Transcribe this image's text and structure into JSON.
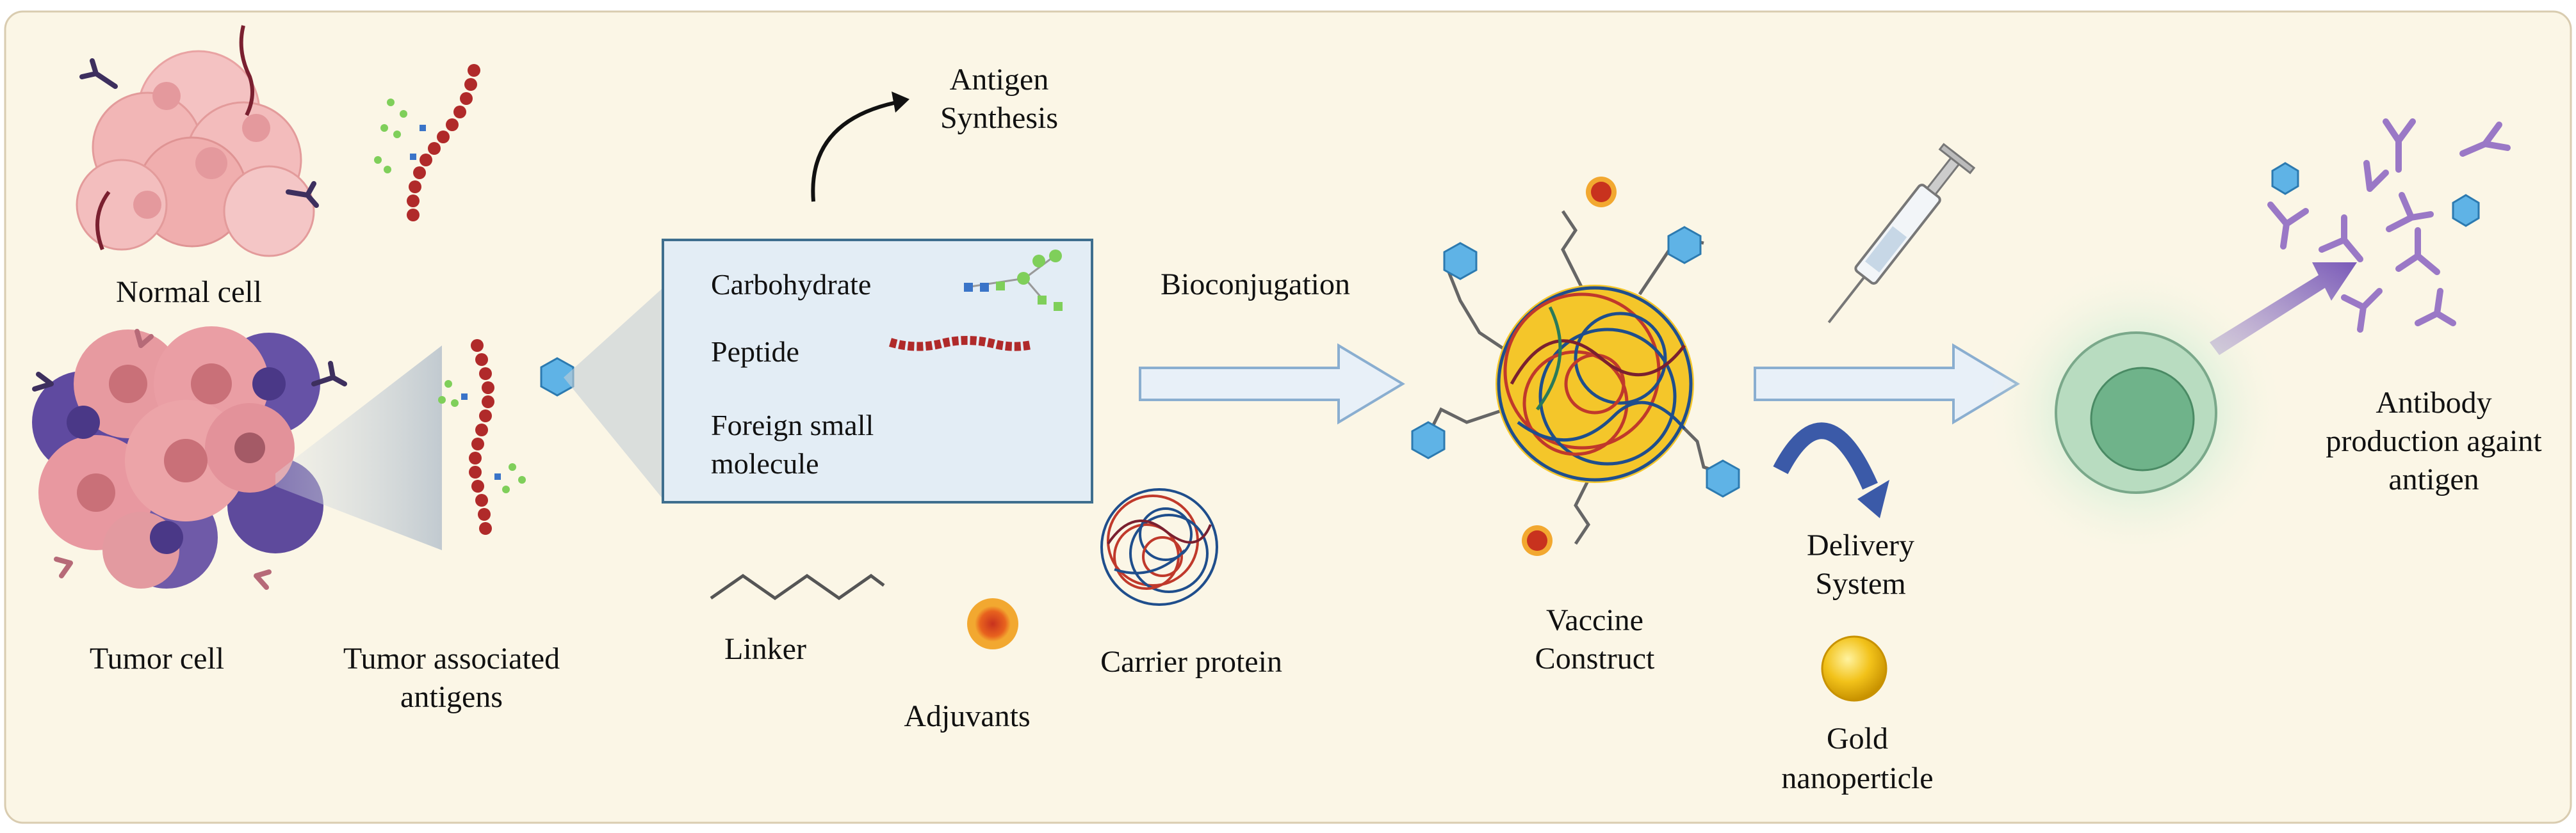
{
  "labels": {
    "normal_cell": "Normal cell",
    "tumor_cell": "Tumor cell",
    "tumor_antigens_line1": "Tumor associated",
    "tumor_antigens_line2": "antigens",
    "antigen_synthesis_line1": "Antigen",
    "antigen_synthesis_line2": "Synthesis",
    "carbohydrate": "Carbohydrate",
    "peptide": "Peptide",
    "foreign_line1": "Foreign small",
    "foreign_line2": "molecule",
    "linker": "Linker",
    "adjuvants": "Adjuvants",
    "carrier_protein": "Carrier protein",
    "bioconjugation": "Bioconjugation",
    "vaccine_line1": "Vaccine",
    "vaccine_line2": "Construct",
    "delivery_line1": "Delivery",
    "delivery_line2": "System",
    "gold_line1": "Gold",
    "gold_line2": "nanoperticle",
    "antibody_line1": "Antibody",
    "antibody_line2": "production againt",
    "antibody_line3": "antigen"
  },
  "colors": {
    "background": "#fbf6e6",
    "box_fill": "#e3edf5",
    "box_stroke": "#3e6e8e",
    "arrow_fill": "#e8f0f8",
    "arrow_stroke": "#8aaed0",
    "normal_cell": "#f2b6b6",
    "tumor_cell_pink": "#e79aa0",
    "tumor_cell_purple": "#6f5aa8",
    "peptide_bead": "#b02a2a",
    "carbohydrate_green": "#7fcf5a",
    "hexagon_blue": "#5fb3e6",
    "antibody_purple": "#9a78c6",
    "gold": "#f2c21a",
    "immune_cell": "#6fb38a",
    "delivery_arrow": "#3b5aa8"
  },
  "icons": [
    "normal-cell-icon",
    "tumor-cell-icon",
    "peptide-chain-icon",
    "hexagon-antigen-icon",
    "syringe-icon",
    "gold-nanoparticle-icon",
    "adjuvant-icon",
    "carrier-protein-icon",
    "vaccine-construct-icon",
    "immune-cell-icon",
    "antibody-icon"
  ]
}
